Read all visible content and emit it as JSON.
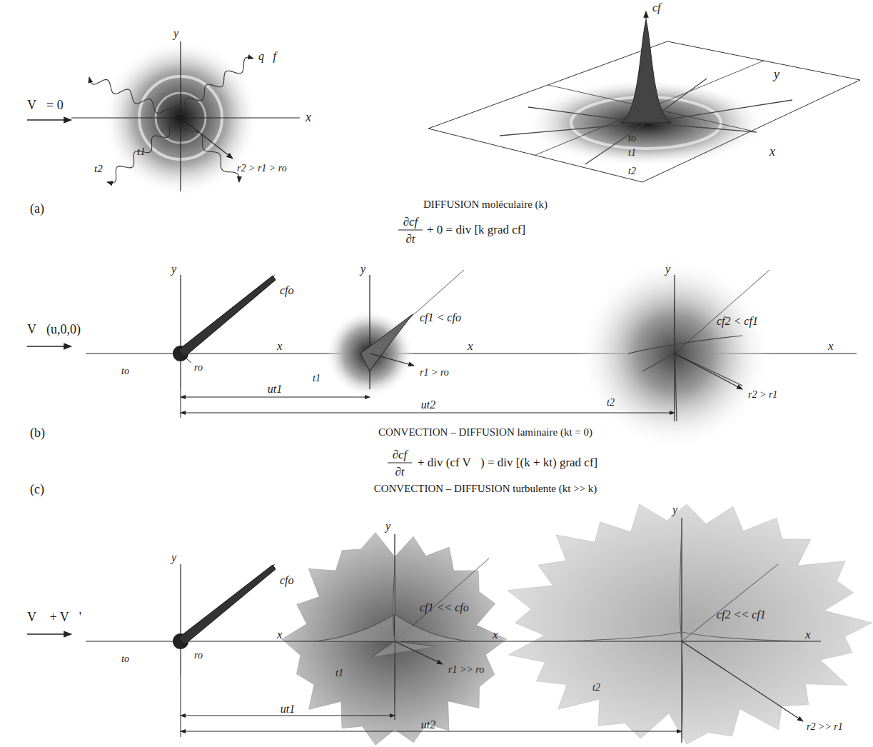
{
  "diagram": {
    "labels": [
      "y",
      "q⃗f",
      "V⃗= 0",
      "x",
      "t1",
      "t2",
      "r2 > r1 > ro",
      "cf",
      "y",
      "to",
      "t1",
      "x",
      "t2",
      "(a)",
      "DIFFUSION moléculaire (k)",
      "∂cf",
      "∂t",
      "+ 0 = div [k grad cf]",
      "y",
      "y",
      "y",
      "cfo",
      "cf1 < cfo",
      "cf2 < cf1",
      "V⃗(u,0,0)",
      "x",
      "x",
      "x",
      "ro",
      "r1 > ro",
      "r2 > r1",
      "to",
      "t1",
      "t2",
      "ut1",
      "ut2",
      "(b)",
      "CONVECTION – DIFFUSION laminaire (kt = 0)",
      "∂cf",
      "∂t",
      "+ div (cf V⃗) = div [(k + kt) grad cf]",
      "(c)",
      "CONVECTION – DIFFUSION turbulente (kt >> k)",
      "y",
      "y",
      "y",
      "cfo",
      "cf1 << cfo",
      "cf2 << cf1",
      "V⃗ + V⃗'",
      "x",
      "x",
      "x",
      "ro",
      "to",
      "t1",
      "t2",
      "r1 >> ro",
      "r2 >> r1",
      "ut1",
      "ut2"
    ]
  }
}
